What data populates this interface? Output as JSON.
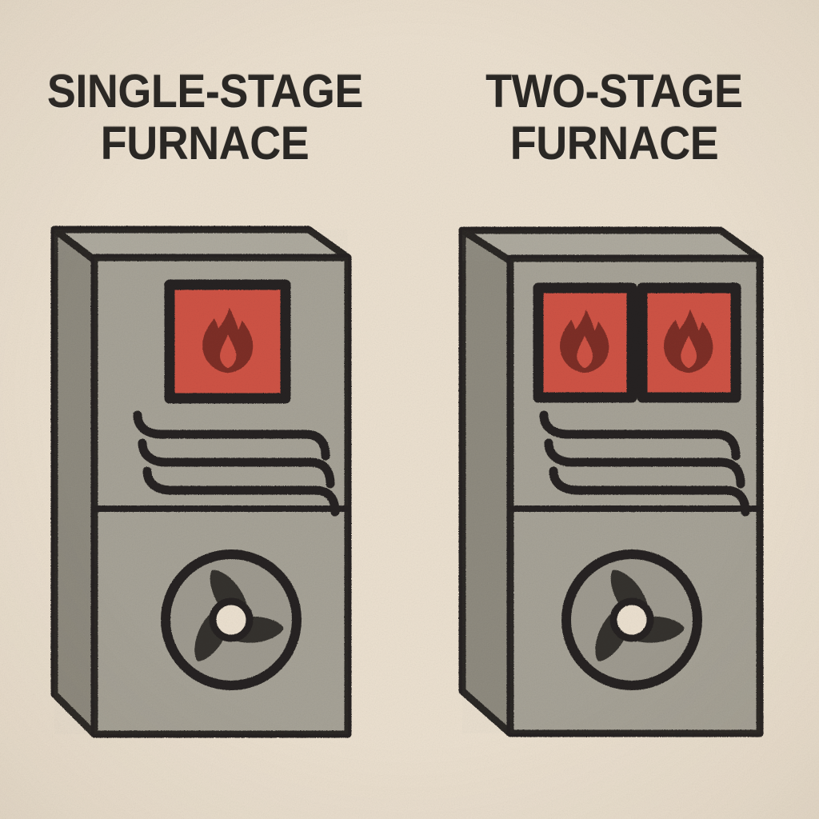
{
  "illustration": {
    "subject": "furnace-comparison-diagram",
    "background_color": "#ece1d0",
    "ink_color": "#262320",
    "panel_front_color": "#a6a296",
    "panel_side_color": "#8d897d",
    "panel_top_color": "#aeaa9e",
    "burner_window_color": "#cf5345",
    "flame_color": "#7d2f27",
    "fan_disc_color": "#9f9b90",
    "fan_blade_color": "#36332e",
    "fan_hub_color": "#ece1d0"
  },
  "panels": [
    {
      "id": "single-stage",
      "title_line1": "SINGLE-STAGE",
      "title_line2": "FURNACE",
      "burner_count": 1,
      "burner_window_labels": [
        "burner-flame-1"
      ],
      "heat_wave_count": 3,
      "fan_blade_count": 3
    },
    {
      "id": "two-stage",
      "title_line1": "TWO-STAGE",
      "title_line2": "FURNACE",
      "burner_count": 2,
      "burner_window_labels": [
        "burner-flame-1",
        "burner-flame-2"
      ],
      "heat_wave_count": 3,
      "fan_blade_count": 3
    }
  ]
}
